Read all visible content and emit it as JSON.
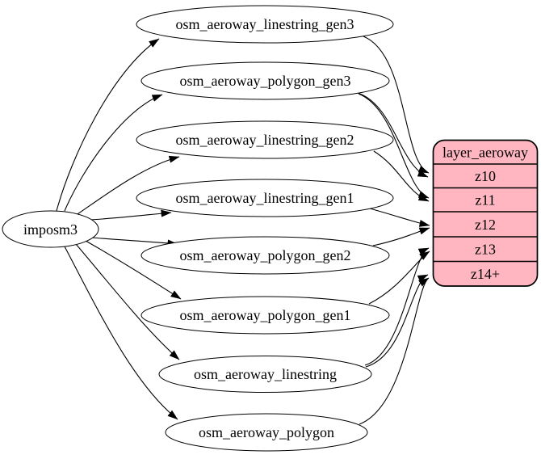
{
  "diagram": {
    "type": "dataflow-graph",
    "source_node": {
      "label": "imposm3"
    },
    "tables": [
      {
        "label": "osm_aeroway_linestring_gen3",
        "feeds": [
          "z10"
        ]
      },
      {
        "label": "osm_aeroway_polygon_gen3",
        "feeds": [
          "z10",
          "z11"
        ]
      },
      {
        "label": "osm_aeroway_linestring_gen2",
        "feeds": [
          "z11"
        ]
      },
      {
        "label": "osm_aeroway_linestring_gen1",
        "feeds": [
          "z12"
        ]
      },
      {
        "label": "osm_aeroway_polygon_gen2",
        "feeds": [
          "z12"
        ]
      },
      {
        "label": "osm_aeroway_polygon_gen1",
        "feeds": [
          "z13"
        ]
      },
      {
        "label": "osm_aeroway_linestring",
        "feeds": [
          "z13",
          "z14+"
        ]
      },
      {
        "label": "osm_aeroway_polygon",
        "feeds": [
          "z14+"
        ]
      }
    ],
    "layer_node": {
      "title": "layer_aeroway",
      "rows": [
        "z10",
        "z11",
        "z12",
        "z13",
        "z14+"
      ]
    },
    "colors": {
      "layer_fill": "#ffb6c1",
      "table_fill": "#ffffff",
      "stroke": "#000000",
      "background": "#ffffff"
    }
  }
}
